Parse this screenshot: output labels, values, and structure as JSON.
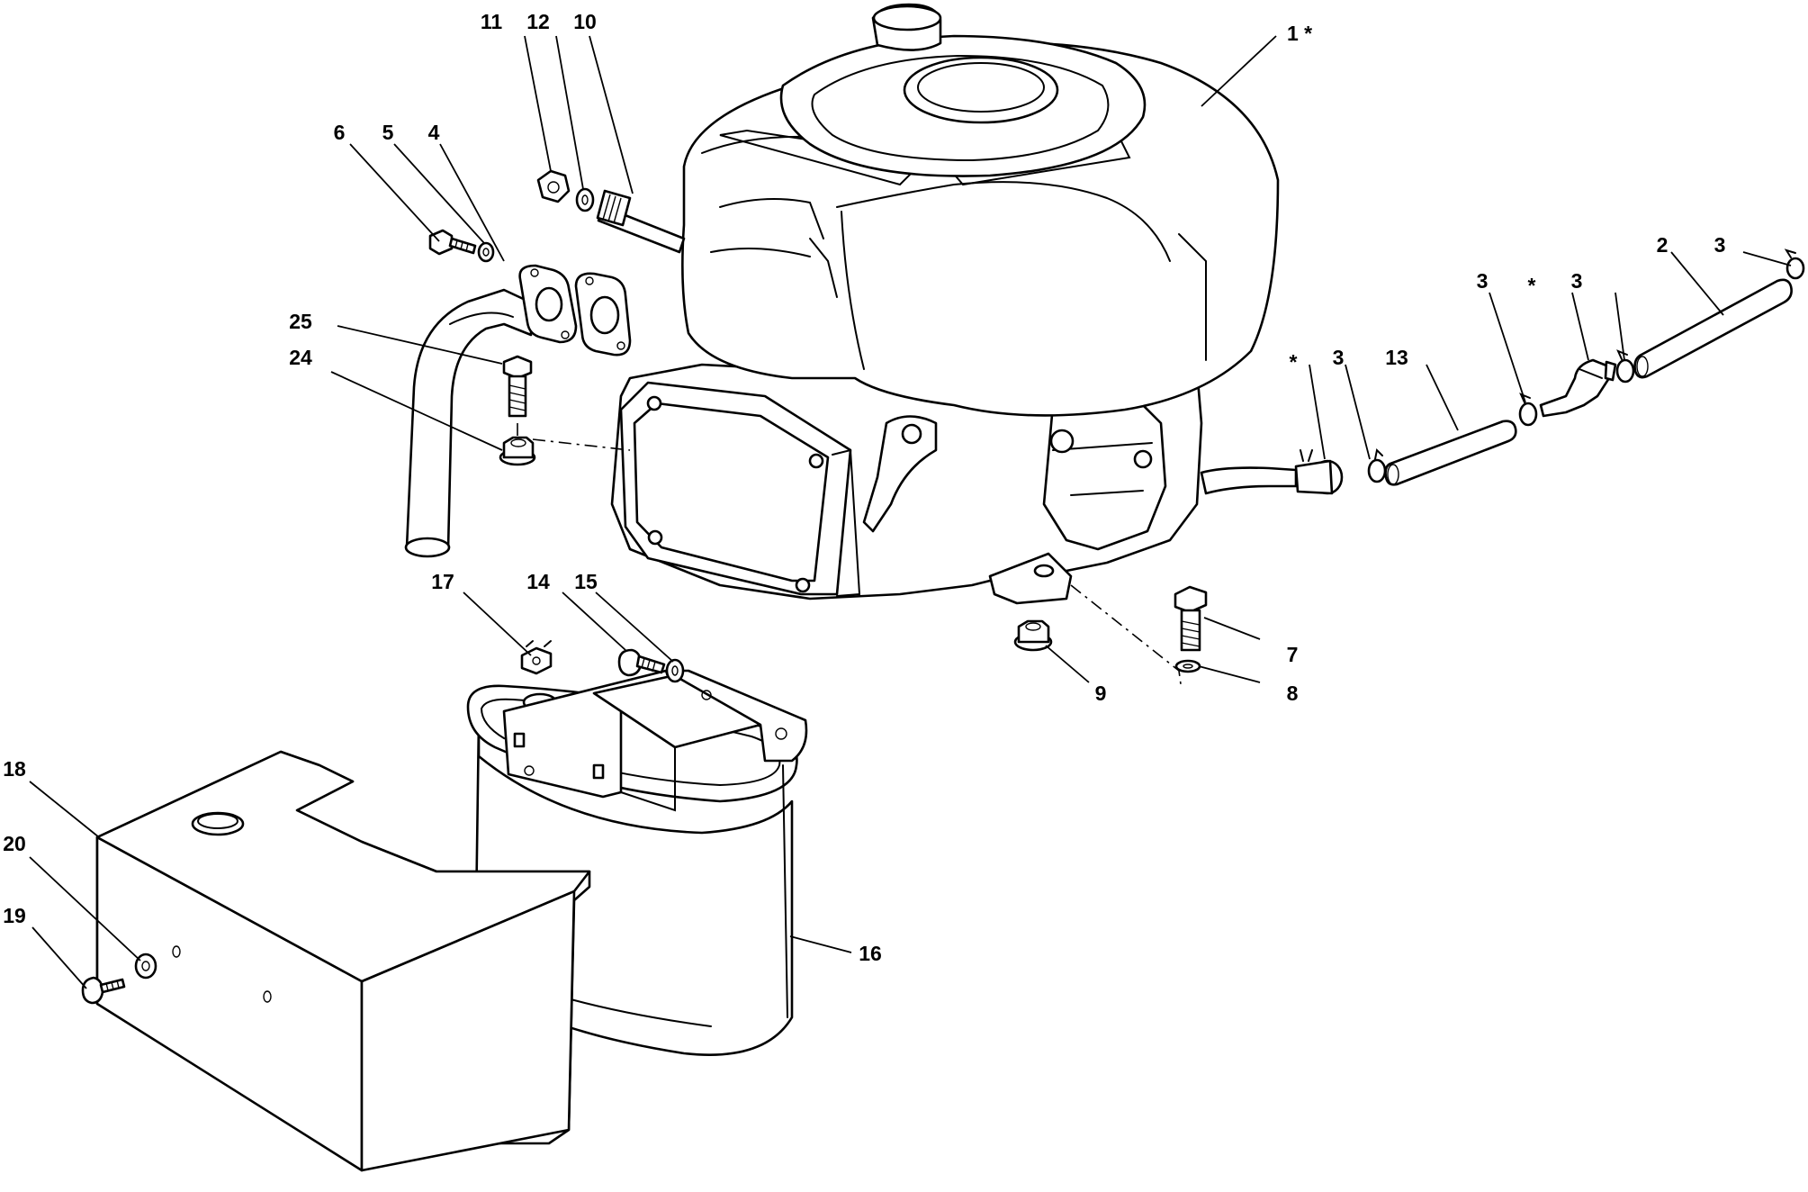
{
  "callouts": [
    {
      "id": "c1",
      "text": "1 *"
    },
    {
      "id": "c2",
      "text": "2"
    },
    {
      "id": "c3a",
      "text": "3"
    },
    {
      "id": "c3b",
      "text": "3"
    },
    {
      "id": "c3c",
      "text": "3"
    },
    {
      "id": "c3d",
      "text": "3"
    },
    {
      "id": "c4",
      "text": "4"
    },
    {
      "id": "c5",
      "text": "5"
    },
    {
      "id": "c6",
      "text": "6"
    },
    {
      "id": "c7",
      "text": "7"
    },
    {
      "id": "c8",
      "text": "8"
    },
    {
      "id": "c9",
      "text": "9"
    },
    {
      "id": "c10",
      "text": "10"
    },
    {
      "id": "c11",
      "text": "11"
    },
    {
      "id": "c12",
      "text": "12"
    },
    {
      "id": "c13",
      "text": "13"
    },
    {
      "id": "c14",
      "text": "14"
    },
    {
      "id": "c15",
      "text": "15"
    },
    {
      "id": "c16",
      "text": "16"
    },
    {
      "id": "c17",
      "text": "17"
    },
    {
      "id": "c18",
      "text": "18"
    },
    {
      "id": "c19",
      "text": "19"
    },
    {
      "id": "c20",
      "text": "20"
    },
    {
      "id": "c24",
      "text": "24"
    },
    {
      "id": "c25",
      "text": "25"
    },
    {
      "id": "cstar1",
      "text": "*"
    },
    {
      "id": "cstar2",
      "text": "*"
    }
  ]
}
